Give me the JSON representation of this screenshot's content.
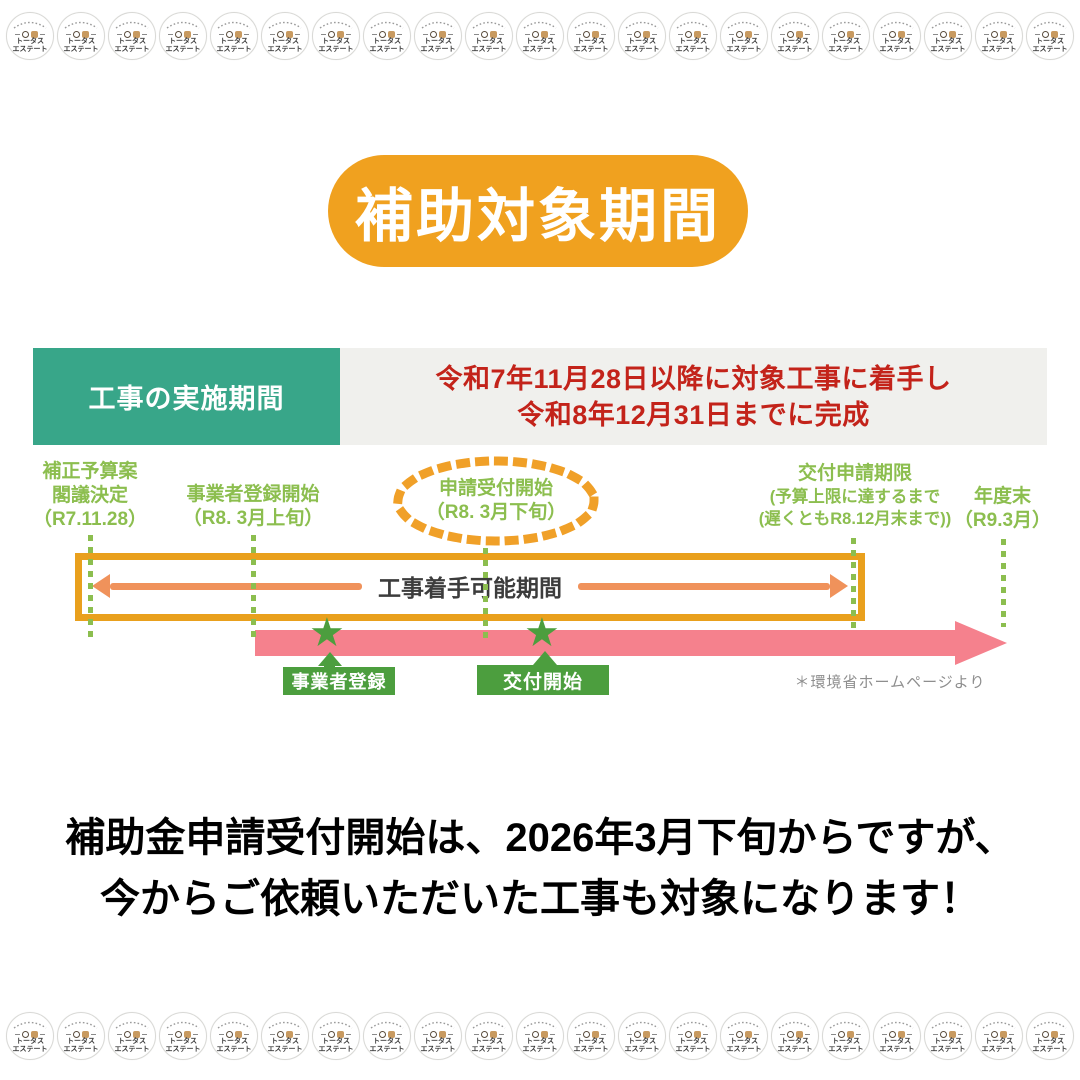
{
  "brand_badge": {
    "line1": "トータス",
    "line2": "エステート",
    "count_per_row": 21
  },
  "title": "補助対象期間",
  "diagram": {
    "header_left": "工事の実施期間",
    "header_right_line1": "令和7年11月28日以降に対象工事に着手し",
    "header_right_line2": "令和8年12月31日までに完成",
    "milestones": [
      {
        "lines": [
          "補正予算案",
          "閣議決定",
          "（R7.11.28）"
        ]
      },
      {
        "lines": [
          "事業者登録開始",
          "（R8. 3月上旬）"
        ]
      },
      {
        "lines": [
          "申請受付開始",
          "（R8. 3月下旬）"
        ],
        "highlighted": true
      },
      {
        "lines": [
          "交付申請期限",
          "(予算上限に達するまで",
          "(遅くともR8.12月末まで))"
        ]
      },
      {
        "lines": [
          "年度末",
          "（R9.3月）"
        ]
      }
    ],
    "range_label": "工事着手可能期間",
    "event_labels": {
      "register": "事業者登録",
      "grant": "交付開始"
    },
    "source_note": "＊環境省ホームページより"
  },
  "message": {
    "line1": "補助金申請受付開始は、2026年3月下旬からですが、",
    "line2": "今からご依頼いただいた工事も対象になります！"
  },
  "colors": {
    "title_orange": "#f0a11f",
    "header_teal": "#38a689",
    "header_gray": "#f0f0ed",
    "alert_red": "#c3231a",
    "milestone_green": "#8cbe4f",
    "box_orange": "#e9a01d",
    "arrow_salmon": "#f0925b",
    "bar_pink": "#f5818d",
    "event_green": "#4c9e3e"
  }
}
